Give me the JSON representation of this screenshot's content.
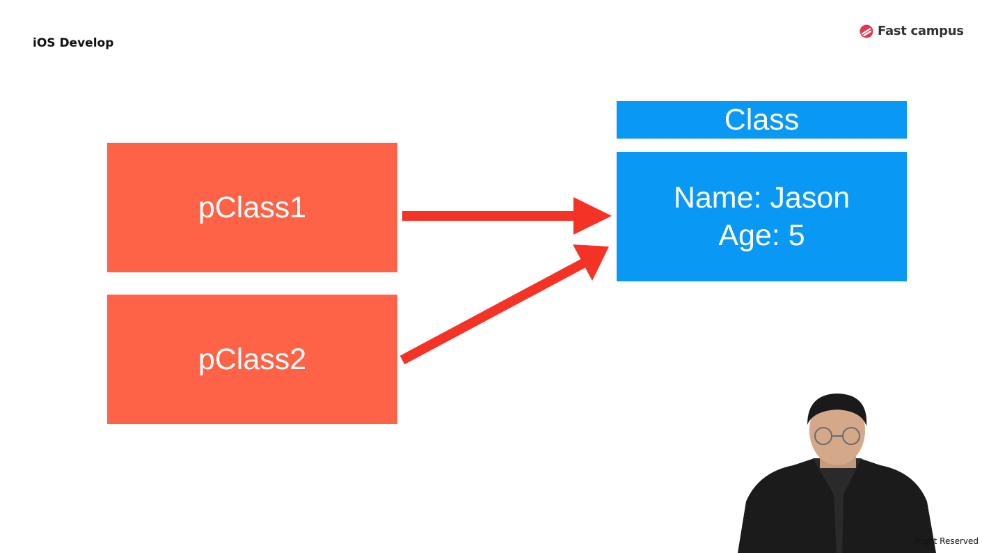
{
  "header": {
    "course_title": "iOS Develop",
    "brand_name": "Fast campus",
    "brand_icon": "fastcampus-logo-icon",
    "brand_color": "#e8344e"
  },
  "diagram": {
    "references": [
      {
        "label": "pClass1"
      },
      {
        "label": "pClass2"
      }
    ],
    "instance": {
      "title": "Class",
      "properties": [
        "Name: Jason",
        "Age: 5"
      ]
    },
    "colors": {
      "reference_fill": "#ff6347",
      "instance_fill": "#0a98f5",
      "arrow": "#f43326",
      "text": "#ffffff"
    }
  },
  "footer": {
    "copyright_text": "Right Reserved"
  }
}
